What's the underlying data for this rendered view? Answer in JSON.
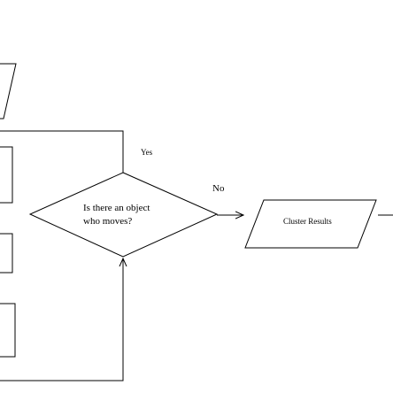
{
  "diagram": {
    "decision": {
      "line1": "Is there an object",
      "line2": "who moves?"
    },
    "branch_yes": "Yes",
    "branch_no": "No",
    "cluster_box": "Cluster Results"
  }
}
